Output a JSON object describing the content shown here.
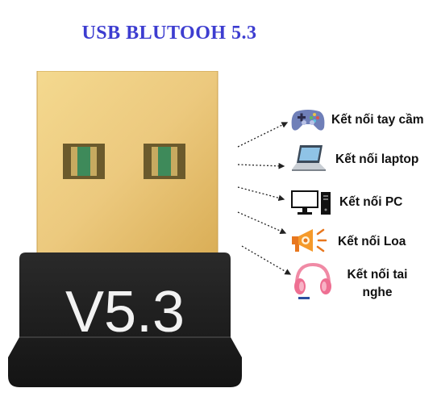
{
  "title": "USB BLUTOOH 5.3",
  "device": {
    "version_label": "V5.3"
  },
  "connections": [
    {
      "label": "Kết nối tay cầm",
      "icon": "gamepad-icon"
    },
    {
      "label": "Kết nối laptop",
      "icon": "laptop-icon"
    },
    {
      "label": "Kết nối PC",
      "icon": "desktop-pc-icon"
    },
    {
      "label": "Kết nối Loa",
      "icon": "speaker-icon"
    },
    {
      "label": "Kết nối tai nghe",
      "icon": "headphones-icon"
    }
  ],
  "colors": {
    "title": "#3d3dd0",
    "usb_gold": "#ecc97e",
    "usb_body": "#1f1f1f",
    "label_text": "#111111"
  }
}
